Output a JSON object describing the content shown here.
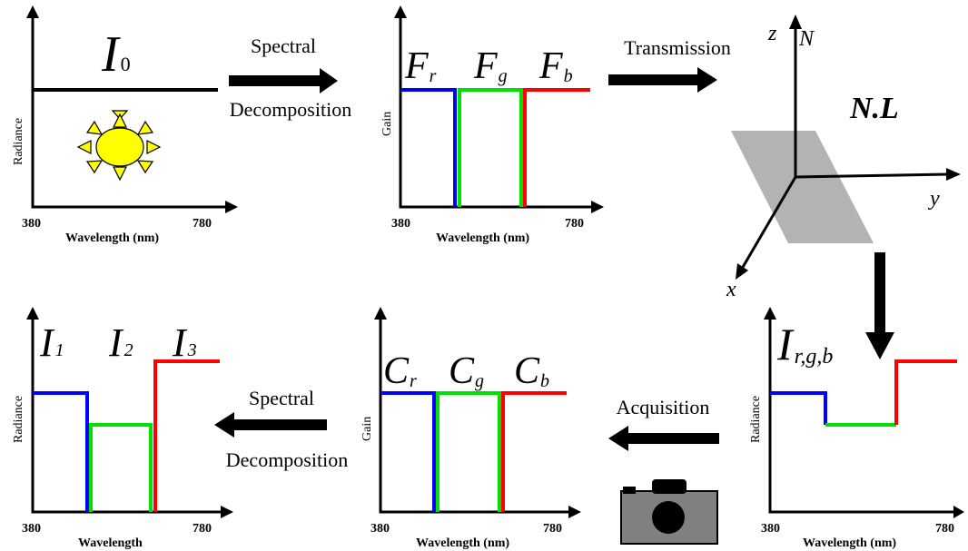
{
  "colors": {
    "red": "#ff0000",
    "green": "#00e000",
    "blue": "#0000ff",
    "plane": "#b3b3b3",
    "sun": "#ffff00",
    "camera": "#808080"
  },
  "panel1": {
    "title_main": "I",
    "title_sub": "0",
    "ylabel": "Radiance",
    "xlabel": "Wavelength (nm)",
    "xmin": "380",
    "xmax": "780",
    "icon": "sun-icon"
  },
  "arrow1": {
    "line1": "Spectral",
    "line2": "Decomposition"
  },
  "panel2": {
    "ylabel": "Gain",
    "xlabel": "Wavelength (nm)",
    "xmin": "380",
    "xmax": "780",
    "labels": [
      {
        "main": "F",
        "sub": "r"
      },
      {
        "main": "F",
        "sub": "g"
      },
      {
        "main": "F",
        "sub": "b"
      }
    ]
  },
  "arrow2": {
    "label": "Transmission"
  },
  "panel3": {
    "z": "z",
    "n": "N",
    "y": "y",
    "x": "x",
    "nl": "N.L"
  },
  "panel4": {
    "title_main": "I",
    "title_sub": "r,g,b",
    "ylabel": "Radiance",
    "xlabel": "Wavelength (nm)",
    "xmin": "380",
    "xmax": "780"
  },
  "arrow4": {
    "label": "Acquisition",
    "icon": "camera-icon"
  },
  "panel5": {
    "ylabel": "Gain",
    "xlabel": "Wavelength (nm)",
    "xmin": "380",
    "xmax": "780",
    "labels": [
      {
        "main": "C",
        "sub": "r"
      },
      {
        "main": "C",
        "sub": "g"
      },
      {
        "main": "C",
        "sub": "b"
      }
    ]
  },
  "arrow5": {
    "line1": "Spectral",
    "line2": "Decomposition"
  },
  "panel6": {
    "ylabel": "Radiance",
    "xlabel": "Wavelength",
    "xmin": "380",
    "xmax": "780",
    "labels": [
      {
        "main": "I",
        "sub": "1"
      },
      {
        "main": "I",
        "sub": "2"
      },
      {
        "main": "I",
        "sub": "3"
      }
    ]
  }
}
